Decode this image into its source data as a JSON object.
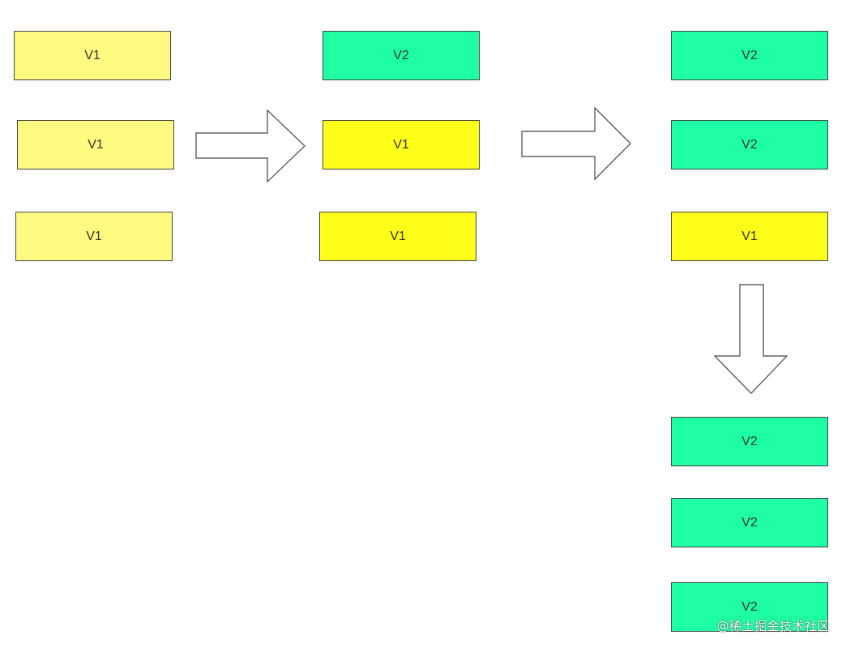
{
  "colors": {
    "v1_light": "#fffb80",
    "v1_bright": "#ffff1a",
    "v2": "#1effa4",
    "border": "#444444"
  },
  "stages": [
    {
      "boxes": [
        {
          "label": "V1",
          "color": "v1_light"
        },
        {
          "label": "V1",
          "color": "v1_light"
        },
        {
          "label": "V1",
          "color": "v1_light"
        }
      ]
    },
    {
      "boxes": [
        {
          "label": "V2",
          "color": "v2"
        },
        {
          "label": "V1",
          "color": "v1_bright"
        },
        {
          "label": "V1",
          "color": "v1_bright"
        }
      ]
    },
    {
      "boxes": [
        {
          "label": "V2",
          "color": "v2"
        },
        {
          "label": "V2",
          "color": "v2"
        },
        {
          "label": "V1",
          "color": "v1_bright"
        }
      ]
    },
    {
      "boxes": [
        {
          "label": "V2",
          "color": "v2"
        },
        {
          "label": "V2",
          "color": "v2"
        },
        {
          "label": "V2",
          "color": "v2"
        }
      ]
    }
  ],
  "watermark": "@稀土掘金技术社区"
}
